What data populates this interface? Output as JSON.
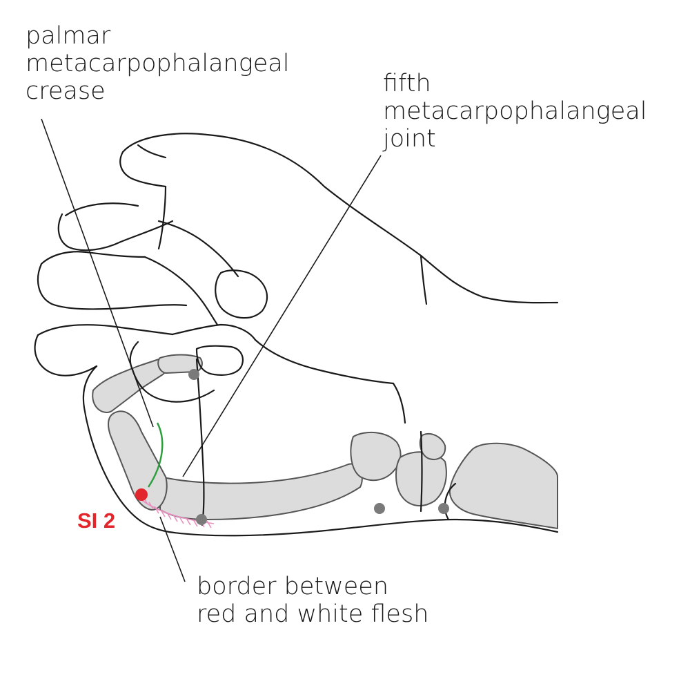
{
  "labels": {
    "crease": [
      "palmar",
      "metacarpophalangeal",
      "crease"
    ],
    "joint": [
      "fifth",
      "metacarpophalangeal",
      "joint"
    ],
    "border": [
      "border between",
      "red and white flesh"
    ]
  },
  "point": {
    "name": "SI 2",
    "color": "#e3262b"
  },
  "colors": {
    "outline": "#1a1a1a",
    "bone_fill": "#dcdcdc",
    "bone_stroke": "#555555",
    "landmark_dot": "#7a7a7a",
    "crease_line": "#2e9e3e",
    "flesh_hatch": "#e890c0"
  }
}
